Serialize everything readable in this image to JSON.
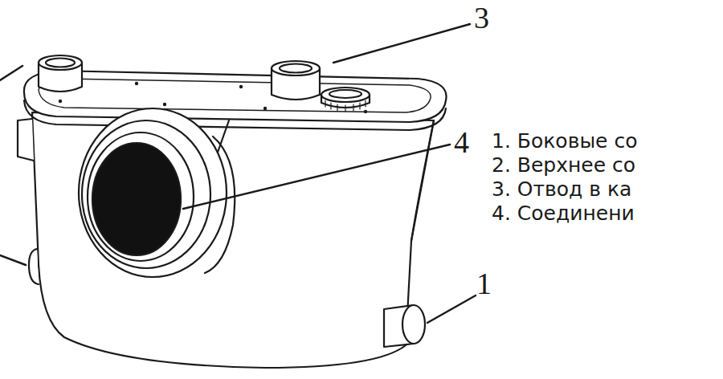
{
  "diagram": {
    "labels": [
      "3",
      "4",
      "1. Боковые со",
      "2. Верхнее со",
      "3. Отвод в ка",
      "4. Соединени",
      "1"
    ]
  }
}
